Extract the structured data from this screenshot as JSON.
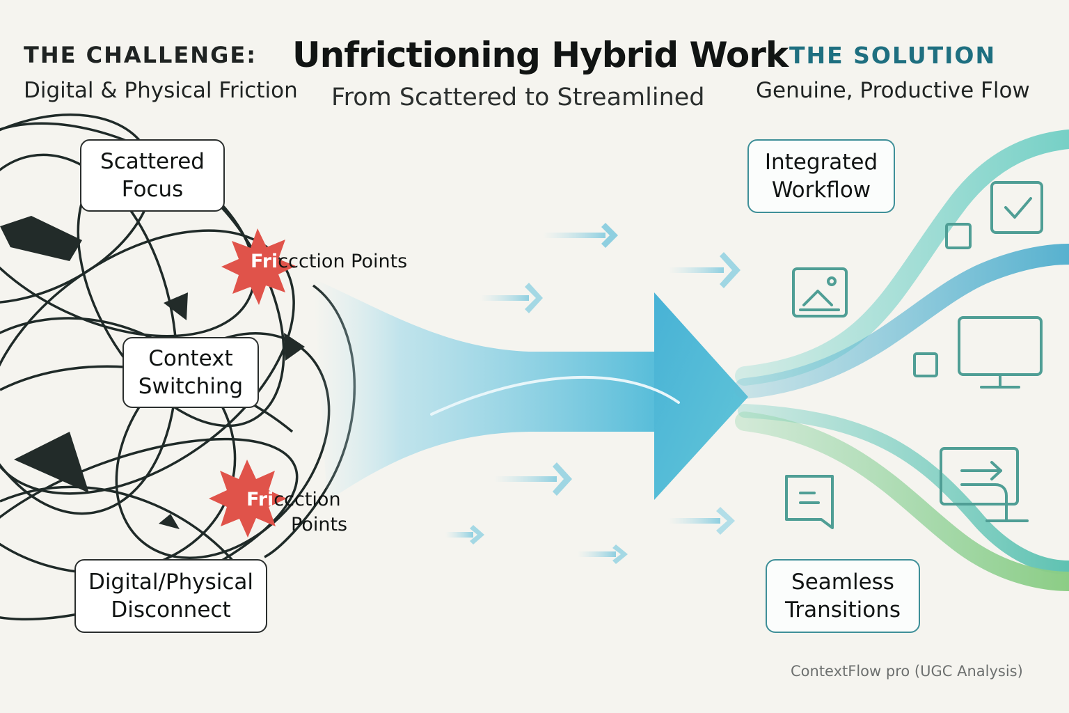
{
  "header": {
    "challenge_title": "THE CHALLENGE:",
    "challenge_subtitle": "Digital & Physical Friction",
    "main_title": "Unfrictioning Hybrid Work",
    "main_subtitle": "From Scattered to Streamlined",
    "solution_title": "THE SOLUTION",
    "solution_subtitle": "Genuine, Productive Flow"
  },
  "challenge_boxes": {
    "scattered_focus": "Scattered\nFocus",
    "context_switching": "Context\nSwitching",
    "digital_physical": "Digital/Physical\nDisconnect"
  },
  "friction_labels": {
    "top_a": "Fri",
    "top_b": "ccction Points",
    "bottom_a": "Fri",
    "bottom_b": "ccction",
    "bottom_c": "Points"
  },
  "solution_boxes": {
    "integrated_workflow": "Integrated\nWorkflow",
    "seamless_transitions": "Seamless\nTransitions"
  },
  "icons": [
    "checkbox-icon",
    "image-icon",
    "monitor-icon",
    "chat-icon",
    "transfer-screen-icon",
    "square-icon"
  ],
  "colors": {
    "chaos_line": "#1f2a28",
    "friction_burst": "#e0534a",
    "arrow_blue": "#4fb8d8",
    "flow_teal": "#6ccdc0",
    "flow_green": "#86ce8a",
    "icon_teal": "#4f9e95",
    "solution_title": "#1e6f80"
  },
  "footer": "ContextFlow pro (UGC Analysis)"
}
